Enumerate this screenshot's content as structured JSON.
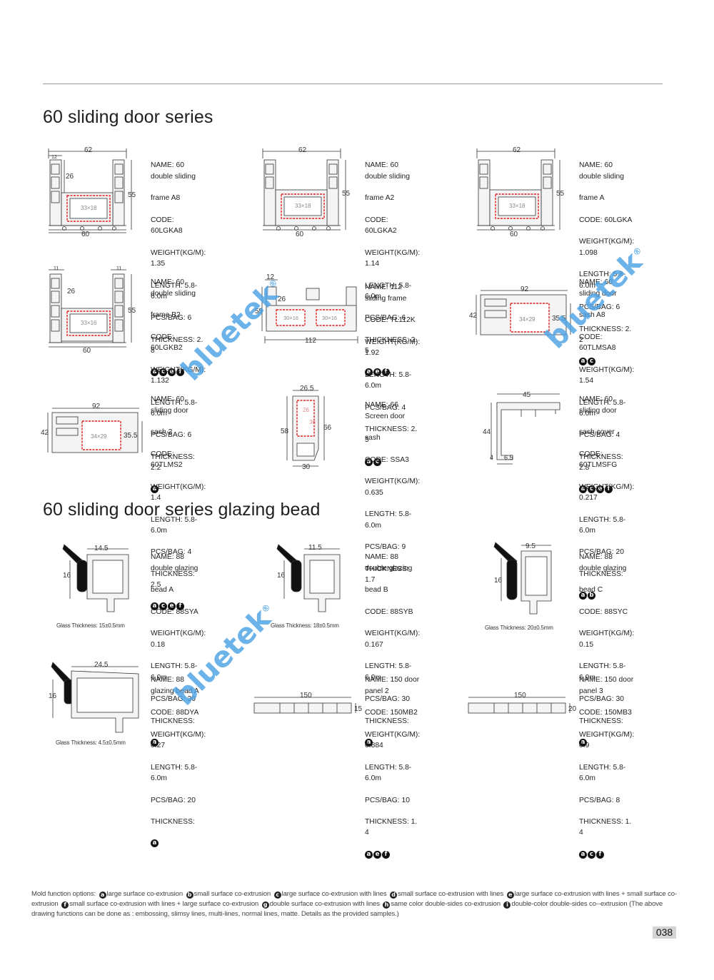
{
  "headings": {
    "series": "60 sliding door series",
    "glazing": "60 sliding door series glazing bead"
  },
  "products": [
    {
      "id": "p1",
      "lines": [
        "NAME: 60 double sliding",
        "frame A8",
        "CODE: 60LGKA8",
        "WEIGHT(KG/M): 1.35",
        "LENGTH: 5.8-6.0m",
        "PCS/BAG: 6",
        "THICKNESS: 2. 8"
      ],
      "badges": [
        "a",
        "c",
        "e",
        "f"
      ],
      "dims": {
        "top": "62",
        "topleft": "12",
        "inner": "26",
        "right": "55",
        "bottom": "60",
        "insert": "33×18"
      }
    },
    {
      "id": "p2",
      "lines": [
        "NAME: 60 double sliding",
        "frame A2",
        "CODE: 60LGKA2",
        "WEIGHT(KG/M): 1.14",
        "LENGTH: 5.8-6.0m",
        "PCS/BAG: 6",
        "THICKNESS: 2. 5"
      ],
      "badges": [
        "a",
        "e",
        "f"
      ],
      "dims": {
        "top": "62",
        "right": "55",
        "bottom": "60",
        "insert": "33×18"
      }
    },
    {
      "id": "p3",
      "lines": [
        "NAME: 60 double sliding",
        "frame A",
        "CODE: 60LGKA",
        "WEIGHT(KG/M): 1.098",
        "LENGTH: 5.8-6.0m",
        "PCS/BAG: 6",
        "THICKNESS: 2. 2"
      ],
      "badges": [
        "a",
        "c"
      ],
      "dims": {
        "top": "62",
        "right": "55",
        "bottom": "60",
        "insert": "33×18"
      }
    },
    {
      "id": "p4",
      "lines": [
        "NAME: 60 double sliding",
        "frame B2",
        "CODE: 60LGKB2",
        "WEIGHT(KG/M): 1.132",
        "LENGTH: 5.8-6.0m",
        "PCS/BAG: 6",
        "THICKNESS: 2.2"
      ],
      "badges": [
        "a"
      ],
      "dims": {
        "topleft": "11",
        "topright": "11",
        "inner": "26",
        "right": "55",
        "bottom": "60",
        "insert": "33×16"
      }
    },
    {
      "id": "p5",
      "lines": [
        "NAME: 112 sliding frame",
        "CODE: TL112K",
        "WEIGHT(KG/M): 1.92",
        "LENGTH: 5.8-6.0m",
        "PCS/BAG: 4",
        "THICKNESS: 2. 5"
      ],
      "badges": [
        "a",
        "c"
      ],
      "dims": {
        "topleft": "12",
        "inner": "26",
        "left": "55",
        "bottom": "112",
        "insert1": "30×16",
        "insert2": "30×16"
      }
    },
    {
      "id": "p6",
      "lines": [
        "NAME: 60 sliding door",
        "sash A8",
        "CODE: 60TLMSA8",
        "WEIGHT(KG/M): 1.54",
        "LENGTH: 5.8-6.0m",
        "PCS/BAG: 4",
        "THICKNESS: 2.8"
      ],
      "badges": [
        "a",
        "c",
        "e",
        "f"
      ],
      "dims": {
        "top": "92",
        "left": "42",
        "right": "35.5",
        "insert": "34×29"
      }
    },
    {
      "id": "p7",
      "lines": [
        "NAME: 60 sliding door",
        "sash 2",
        "CODE: 60TLMS2",
        "WEIGHT(KG/M): 1.4",
        "LENGTH: 5.8-6.0m",
        "PCS/BAG: 4",
        "THICKNESS: 2.5"
      ],
      "badges": [
        "a",
        "c",
        "e",
        "f"
      ],
      "dims": {
        "top": "92",
        "left": "42",
        "right": "35.5",
        "insert": "34×29"
      }
    },
    {
      "id": "p8",
      "lines": [
        "NAME: 66 Screen door",
        "sash",
        "CODE: SSA3",
        "WEIGHT(KG/M): 0.635",
        "LENGTH: 5.8-6.0m",
        "PCS/BAG: 9",
        "THICKNESS: 1.7"
      ],
      "badges": [],
      "dims": {
        "top": "26.5",
        "left": "58",
        "right": "66",
        "bottom": "30",
        "in1": "26",
        "in2": "36"
      }
    },
    {
      "id": "p9",
      "lines": [
        "NAME: 60 sliding door",
        "sash cover",
        "CODE: 60TLMSFG",
        "WEIGHT(KG/M): 0.217",
        "LENGTH: 5.8-6.0m",
        "PCS/BAG: 20",
        "THICKNESS:"
      ],
      "badges": [
        "a",
        "b"
      ],
      "dims": {
        "top": "45",
        "left": "44",
        "b1": "4",
        "b2": "6.5"
      }
    },
    {
      "id": "g1",
      "lines": [
        "NAME: 88 double glazing",
        " bead A",
        "CODE: 88SYA",
        "WEIGHT(KG/M): 0.18",
        "LENGTH: 5.8-6.0m",
        "PCS/BAG: 30",
        "THICKNESS:"
      ],
      "badges": [
        "a"
      ],
      "dims": {
        "top": "14.5",
        "left": "16"
      },
      "glass": "Glass Thickness: 15±0.5mm"
    },
    {
      "id": "g2",
      "lines": [
        "NAME: 88 double glazing",
        "bead B",
        "CODE: 88SYB",
        "WEIGHT(KG/M): 0.167",
        "LENGTH: 5.8-6.0m",
        "PCS/BAG: 30",
        "THICKNESS:"
      ],
      "badges": [
        "a"
      ],
      "dims": {
        "top": "11.5",
        "left": "16"
      },
      "glass": "Glass Thickness: 18±0.5mm"
    },
    {
      "id": "g3",
      "lines": [
        "NAME: 88 double glazing",
        "bead C",
        "CODE: 88SYC",
        "WEIGHT(KG/M): 0.15",
        "LENGTH: 5.8-6.0m",
        "PCS/BAG: 30",
        "THICKNESS:"
      ],
      "badges": [
        "a"
      ],
      "dims": {
        "top": "9.5",
        "left": "16"
      },
      "glass": "Glass Thickness: 20±0.5mm"
    },
    {
      "id": "g4",
      "lines": [
        "NAME: 88 glazing bead A",
        "CODE: 88DYA",
        "WEIGHT(KG/M): 0.27",
        "LENGTH: 5.8-6.0m",
        "PCS/BAG: 20",
        "THICKNESS:"
      ],
      "badges": [
        "a"
      ],
      "dims": {
        "top": "24.5",
        "left": "16"
      },
      "glass": "Glass Thickness: 4.5±0.5mm"
    },
    {
      "id": "g5",
      "lines": [
        "NAME: 150 door panel 2",
        "CODE: 150MB2",
        "WEIGHT(KG/M): 0.884",
        "LENGTH: 5.8-6.0m",
        "PCS/BAG: 10",
        "THICKNESS: 1. 4"
      ],
      "badges": [
        "a",
        "e",
        "f"
      ],
      "dims": {
        "top": "150",
        "right": "15"
      }
    },
    {
      "id": "g6",
      "lines": [
        "NAME: 150 door panel 3",
        "CODE: 150MB3",
        "WEIGHT(KG/M): 0.9",
        "LENGTH: 5.8-6.0m",
        "PCS/BAG: 8",
        "THICKNESS: 1. 4"
      ],
      "badges": [
        "a",
        "c",
        "f"
      ],
      "dims": {
        "top": "150",
        "right": "20"
      }
    }
  ],
  "legend": {
    "intro": "Mold function options:",
    "items": [
      {
        "k": "a",
        "t": "large surface co-extrusion"
      },
      {
        "k": "b",
        "t": "small surface co-extrusion"
      },
      {
        "k": "c",
        "t": "large surface co-extrusion with lines"
      },
      {
        "k": "d",
        "t": "small surface co-extrusion with lines"
      },
      {
        "k": "e",
        "t": "large surface co-extrusion with lines + small surface co-extrusion"
      },
      {
        "k": "f",
        "t": "small surface co-extrusion with lines + large surface co-extrusion"
      },
      {
        "k": "g",
        "t": "double surface co-extrusion with lines"
      },
      {
        "k": "h",
        "t": "same color double-sides co-extrusion"
      },
      {
        "k": "i",
        "t": "double-color double-sides co--extrusion (The above drawing functions can be done as : embossing, slimsy lines, multi-lines, normal lines, matte. Details as the provided samples.)"
      }
    ]
  },
  "page_number": "038",
  "watermark": {
    "text": "bluetek",
    "mark": "®",
    "color": "#4da3e6"
  }
}
